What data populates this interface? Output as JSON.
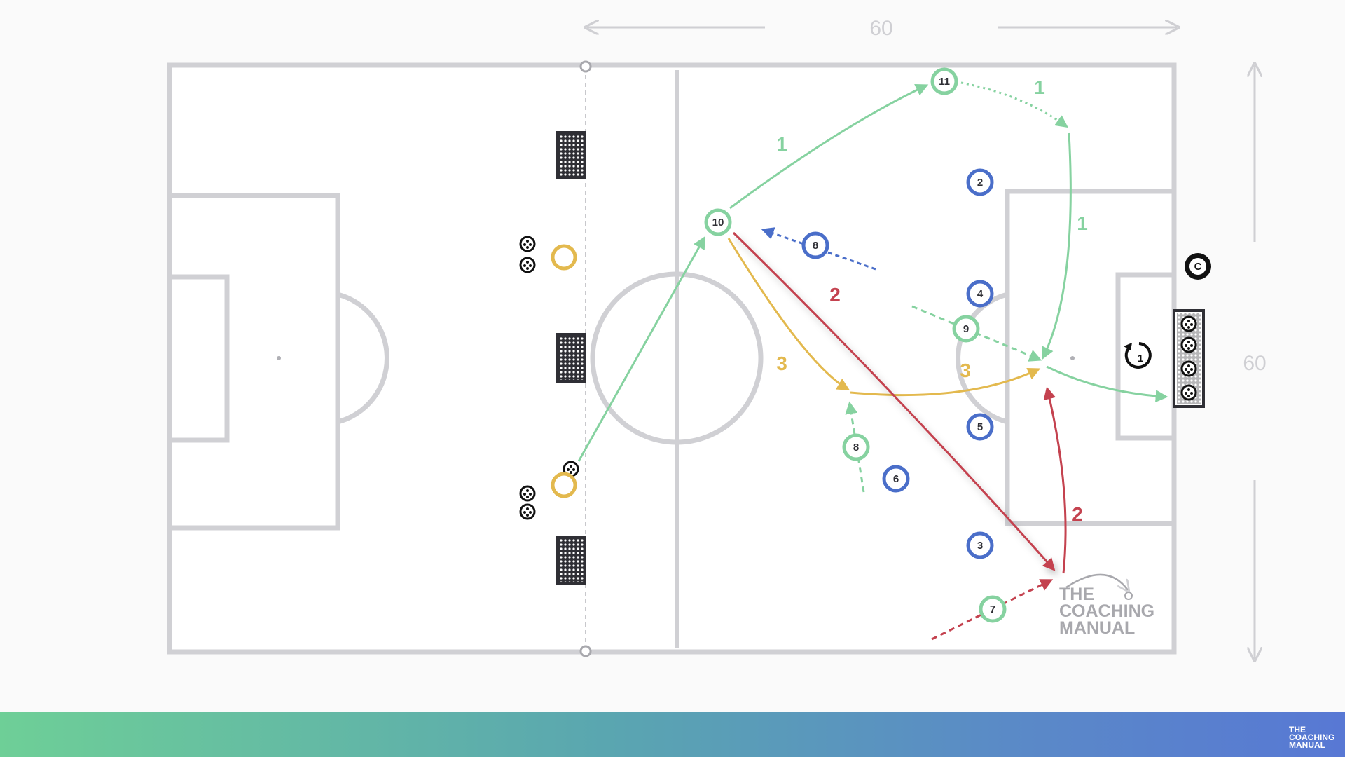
{
  "dimensions": {
    "width_label": "60",
    "height_label": "60"
  },
  "colors": {
    "green": "#86d2a0",
    "blue": "#4a6ec9",
    "yellow": "#e3b94e",
    "red": "#c4424f",
    "line": "#d0d0d4",
    "dark": "#2f2f35"
  },
  "players": {
    "attack": [
      {
        "label": "10"
      },
      {
        "label": "11"
      },
      {
        "label": "9"
      },
      {
        "label": "8"
      },
      {
        "label": "7"
      }
    ],
    "defense": [
      {
        "label": "2"
      },
      {
        "label": "8"
      },
      {
        "label": "4"
      },
      {
        "label": "5"
      },
      {
        "label": "6"
      },
      {
        "label": "3"
      }
    ],
    "coach": "C",
    "goalkeeper": "1"
  },
  "sequence_labels": {
    "green": [
      "1",
      "1",
      "1"
    ],
    "red": [
      "2",
      "2"
    ],
    "yellow": [
      "3",
      "3"
    ]
  },
  "watermark": [
    "THE",
    "COACHING",
    "MANUAL"
  ],
  "band_logo": [
    "THE",
    "COACHING",
    "MANUAL"
  ]
}
